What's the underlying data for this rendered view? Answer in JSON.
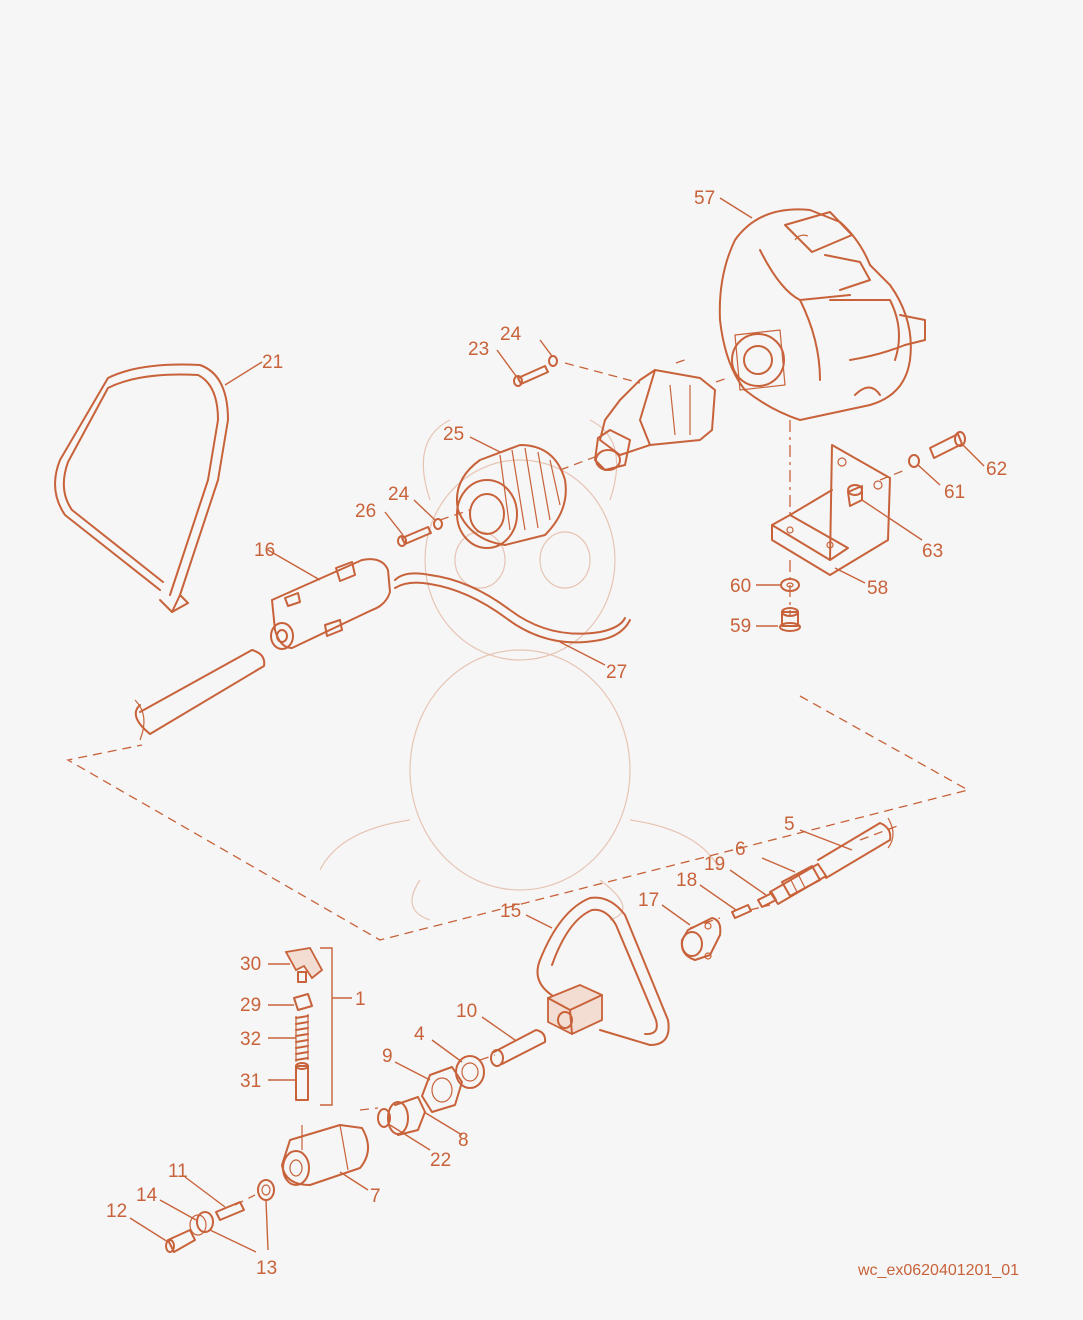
{
  "drawing_id": "wc_ex0620401201_01",
  "colors": {
    "line": "#c8623a",
    "background": "#f6f6f6",
    "ghost": "#e3b8a4"
  },
  "labels": {
    "p57": "57",
    "p21": "21",
    "p24a": "24",
    "p23": "23",
    "p25": "25",
    "p24b": "24",
    "p26": "26",
    "p16": "16",
    "p62": "62",
    "p61": "61",
    "p63": "63",
    "p60": "60",
    "p58": "58",
    "p59": "59",
    "p27": "27",
    "p5": "5",
    "p6": "6",
    "p19": "19",
    "p18": "18",
    "p17": "17",
    "p15": "15",
    "p30": "30",
    "p29": "29",
    "p1": "1",
    "p32": "32",
    "p31": "31",
    "p10": "10",
    "p4": "4",
    "p9": "9",
    "p8": "8",
    "p22": "22",
    "p7": "7",
    "p11": "11",
    "p14": "14",
    "p12": "12",
    "p13": "13"
  }
}
